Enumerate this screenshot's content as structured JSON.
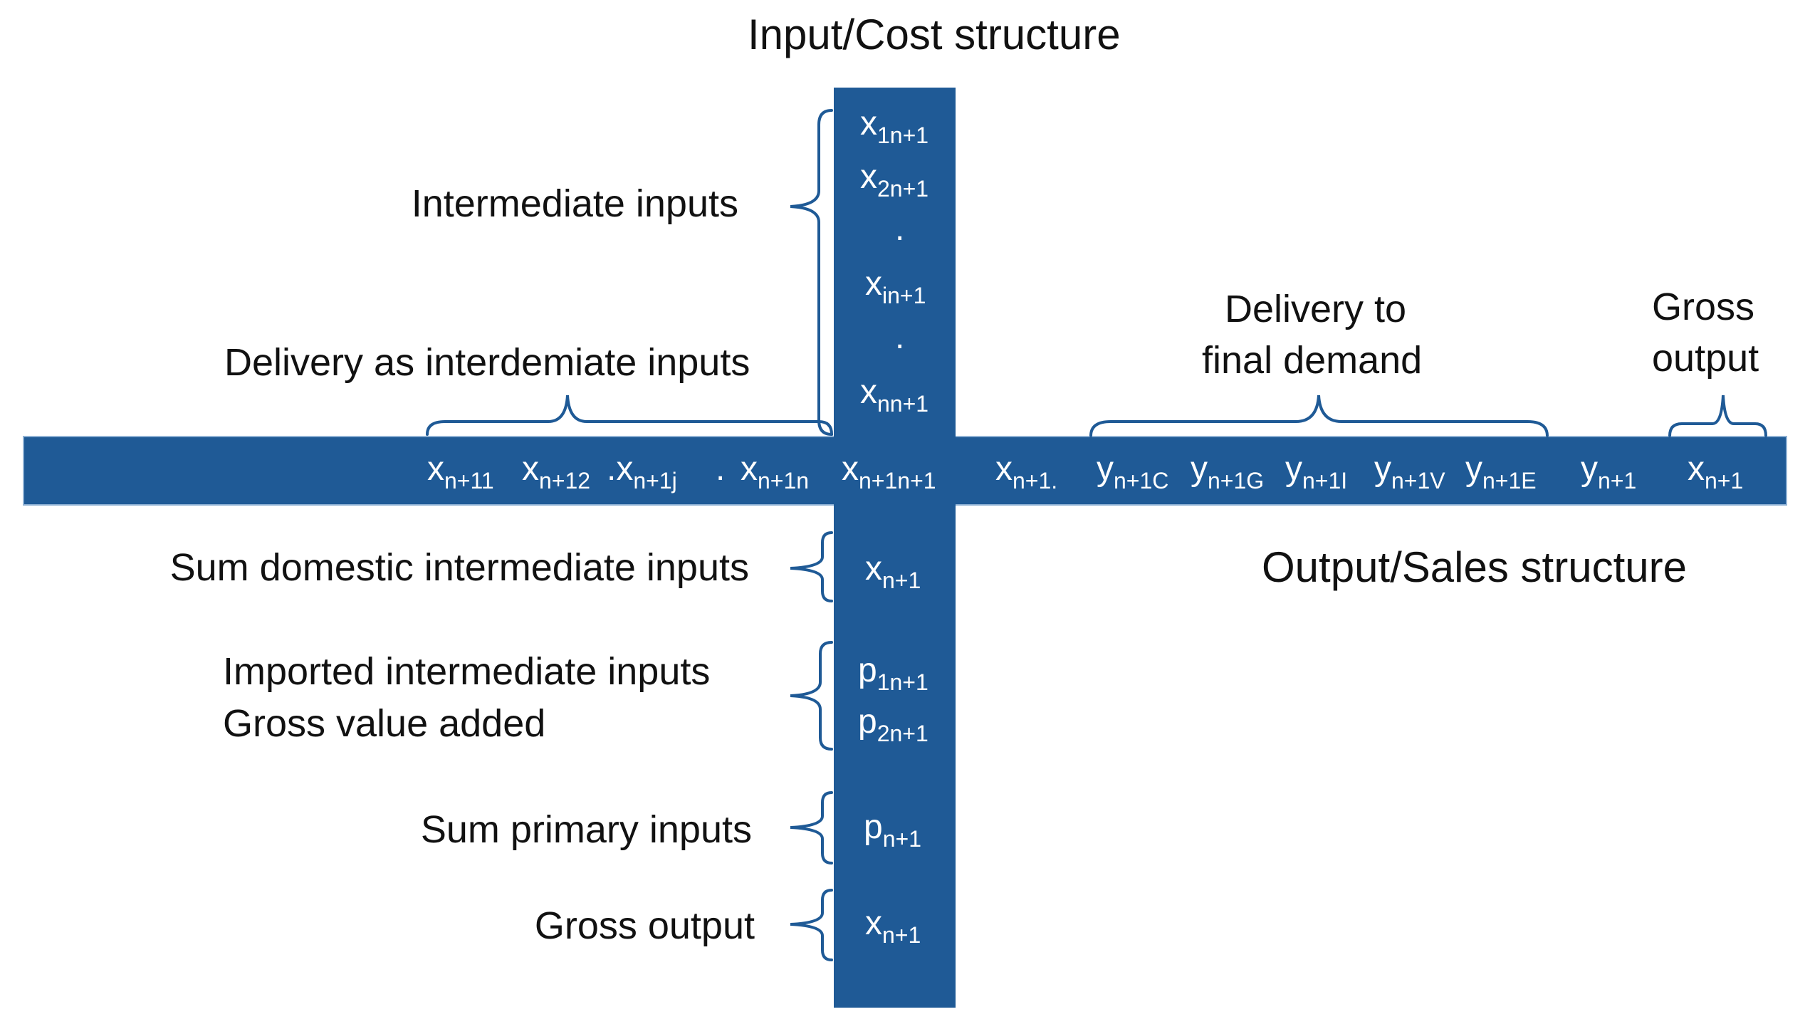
{
  "headings": {
    "input_cost": "Input/Cost structure",
    "output_sales": "Output/Sales structure"
  },
  "left_labels": {
    "intermediate_inputs": "Intermediate inputs",
    "delivery_intermediate": "Delivery as interdemiate inputs",
    "sum_domestic": "Sum domestic intermediate inputs",
    "imported_intermediate": "Imported intermediate inputs",
    "gross_value_added": "Gross value added",
    "sum_primary": "Sum primary inputs",
    "gross_output": "Gross output"
  },
  "right_labels": {
    "delivery_final_line1": "Delivery to",
    "delivery_final_line2": "final demand",
    "gross_output_line1": "Gross",
    "gross_output_line2": "output"
  },
  "column_symbols": {
    "x1": {
      "base": "x",
      "sub": "1n+1"
    },
    "x2": {
      "base": "x",
      "sub": "2n+1"
    },
    "dot1": ".",
    "xi": {
      "base": "x",
      "sub": "in+1"
    },
    "dot2": ".",
    "xn": {
      "base": "x",
      "sub": "nn+1"
    },
    "sum_x": {
      "base": "x",
      "sub": "n+1"
    },
    "p1": {
      "base": "p",
      "sub": "1n+1"
    },
    "p2": {
      "base": "p",
      "sub": "2n+1"
    },
    "sum_p": {
      "base": "p",
      "sub": "n+1"
    },
    "gross_x": {
      "base": "x",
      "sub": "n+1"
    }
  },
  "row_symbols": {
    "r1": {
      "base": "x",
      "sub": "n+11"
    },
    "r2": {
      "base": "x",
      "sub": "n+12"
    },
    "rj_prefix": ".",
    "rj": {
      "base": "x",
      "sub": "n+1j"
    },
    "rdot": ".",
    "rn": {
      "base": "x",
      "sub": "n+1n"
    },
    "rcross": {
      "base": "x",
      "sub": "n+1n+1"
    },
    "rsum": {
      "base": "x",
      "sub": "n+1."
    },
    "yC": {
      "base": "y",
      "sub": "n+1C"
    },
    "yG": {
      "base": "y",
      "sub": "n+1G"
    },
    "yI": {
      "base": "y",
      "sub": "n+1I"
    },
    "yV": {
      "base": "y",
      "sub": "n+1V"
    },
    "yE": {
      "base": "y",
      "sub": "n+1E"
    },
    "ytot": {
      "base": "y",
      "sub": "n+1"
    },
    "xtot": {
      "base": "x",
      "sub": "n+1"
    }
  },
  "colors": {
    "bar": "#1f5a96",
    "bar_border": "#8fb1d4",
    "brace": "#1f5a96",
    "symbol_text": "#ffffff"
  }
}
